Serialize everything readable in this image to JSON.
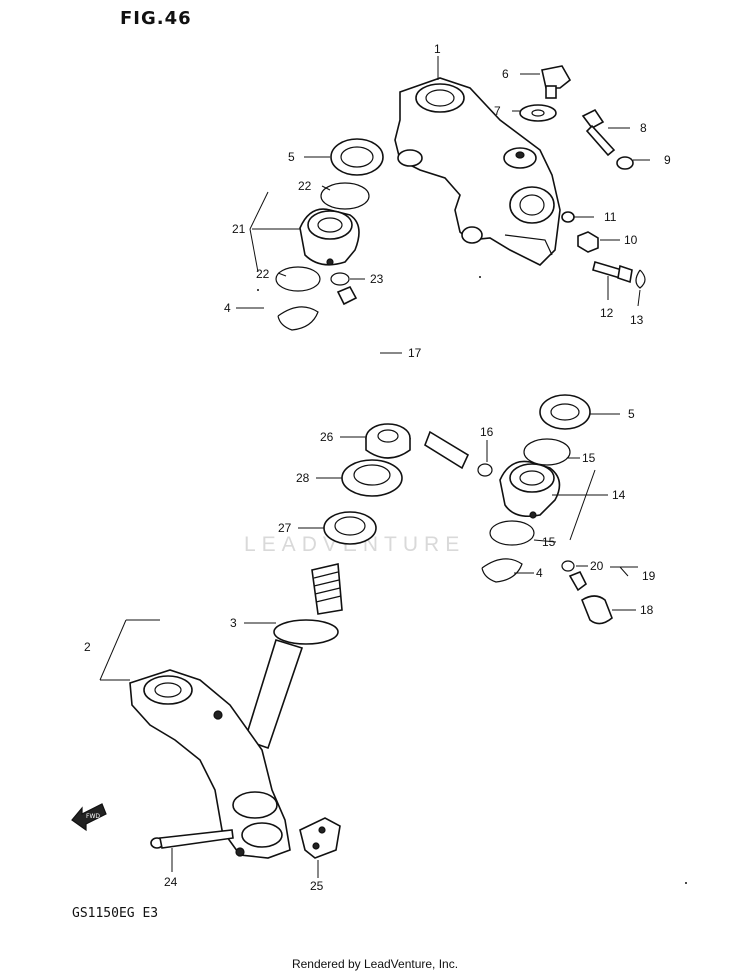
{
  "figure": {
    "title": "FIG.46",
    "model_code": "GS1150EG E3",
    "watermark": "LEADVENTURE",
    "footer": "Rendered by LeadVenture, Inc."
  },
  "callouts": {
    "c1": "1",
    "c2": "2",
    "c3": "3",
    "c4a": "4",
    "c4b": "4",
    "c5a": "5",
    "c5b": "5",
    "c6": "6",
    "c7": "7",
    "c8": "8",
    "c9": "9",
    "c10": "10",
    "c11": "11",
    "c12": "12",
    "c13": "13",
    "c14": "14",
    "c15a": "15",
    "c15b": "15",
    "c16": "16",
    "c17": "17",
    "c18": "18",
    "c19": "19",
    "c20": "20",
    "c21": "21",
    "c22a": "22",
    "c22b": "22",
    "c23": "23",
    "c24": "24",
    "c25": "25",
    "c26": "26",
    "c27": "27",
    "c28": "28"
  },
  "fwd_label": "FWD"
}
